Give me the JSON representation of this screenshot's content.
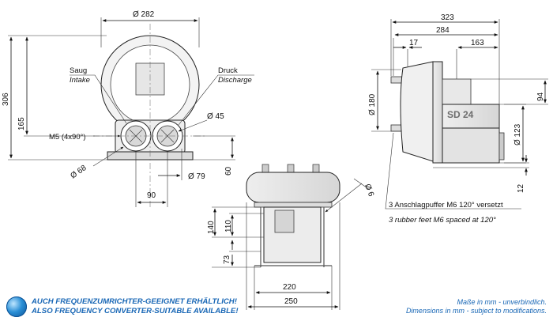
{
  "front_view": {
    "dim_width": "Ø 282",
    "dim_height_total": "306",
    "dim_height_axis": "165",
    "label_intake_de": "Saug",
    "label_intake_en": "Intake",
    "label_discharge_de": "Druck",
    "label_discharge_en": "Discharge",
    "label_screws": "M5 (4x90°)",
    "dim_port": "Ø 45",
    "dim_flange": "Ø 68",
    "dim_port_spacing_small": "Ø 79",
    "dim_base_height": "60",
    "dim_port_spacing": "90"
  },
  "side_view": {
    "dim_total_length": "323",
    "dim_length_2": "284",
    "dim_offset": "17",
    "dim_motor": "163",
    "dim_diameter": "Ø 180",
    "dim_motor_height": "94",
    "dim_motor_dia": "Ø 123",
    "dim_feet": "12",
    "model_label": "SD 24",
    "feet_note_de": "3 Anschlagpuffer M6 120° versetzt",
    "feet_note_en": "3 rubber feet M6 spaced at 120°"
  },
  "bottom_view": {
    "dim_hole": "Ø 6",
    "dim_140": "140",
    "dim_110": "110",
    "dim_73": "73",
    "dim_220": "220",
    "dim_250": "250"
  },
  "footer": {
    "note_de": "AUCH FREQUENZUMRICHTER-GEEIGNET ERHÄLTLICH!",
    "note_en": "ALSO FREQUENCY CONVERTER-SUITABLE AVAILABLE!",
    "units_de": "Maße in mm - unverbindlich.",
    "units_en": "Dimensions in mm - subject to modifications."
  }
}
